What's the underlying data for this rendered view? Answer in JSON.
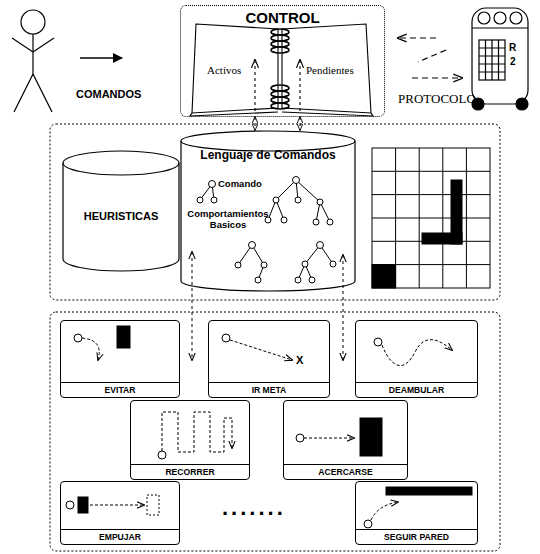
{
  "diagram": {
    "nodes": [
      {
        "text": [
          "CONTROL"
        ]
      },
      {
        "text": [
          "HEURISTICAS"
        ]
      },
      {
        "text": [
          "Lenguaje de Comandos",
          "Comando",
          "Comportamientos Basicos"
        ]
      },
      {
        "text": [
          "EVITAR"
        ]
      },
      {
        "text": [
          "IR META"
        ]
      },
      {
        "text": [
          "DEAMBULAR"
        ]
      },
      {
        "text": [
          "RECORRER"
        ]
      },
      {
        "text": [
          "ACERCARSE"
        ]
      },
      {
        "text": [
          "EMPUJAR"
        ]
      },
      {
        "text": [
          "SEGUIR PARED"
        ]
      }
    ],
    "edges": [
      {
        "from": 0,
        "to": 2,
        "arrow": "both"
      },
      {
        "from": 0,
        "to": 2,
        "arrow": "both"
      }
    ],
    "labels": [
      "COMANDOS",
      "Activos",
      "Pendientes",
      "PROTOCOLO",
      "R",
      "2",
      "X",
      "......."
    ]
  }
}
